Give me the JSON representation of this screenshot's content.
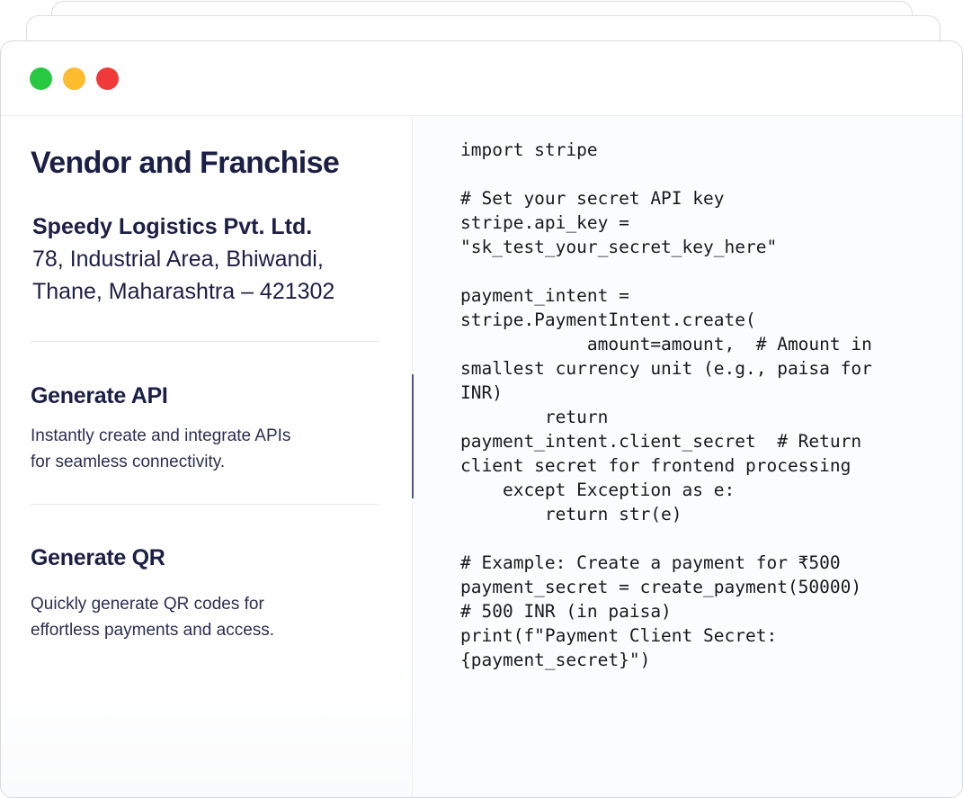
{
  "window": {
    "controls": [
      {
        "name": "green-dot",
        "color": "#28c840"
      },
      {
        "name": "yellow-dot",
        "color": "#febc2e"
      },
      {
        "name": "red-dot",
        "color": "#f03a3a"
      }
    ]
  },
  "left": {
    "title": "Vendor and Franchise",
    "company": {
      "name": "Speedy Logistics Pvt. Ltd.",
      "address_line1": "78, Industrial Area, Bhiwandi,",
      "address_line2": "Thane, Maharashtra – 421302"
    },
    "features": [
      {
        "title": "Generate API",
        "desc_line1": "Instantly create and integrate APIs",
        "desc_line2": "for seamless connectivity."
      },
      {
        "title": "Generate QR",
        "desc_line1": "Quickly generate QR codes for",
        "desc_line2": "effortless payments and access."
      }
    ]
  },
  "code": {
    "lines": [
      "import stripe",
      "",
      "# Set your secret API key",
      "stripe.api_key =",
      "\"sk_test_your_secret_key_here\"",
      "",
      "payment_intent =",
      "stripe.PaymentIntent.create(",
      "            amount=amount,  # Amount in",
      "smallest currency unit (e.g., paisa for",
      "INR)",
      "        return",
      "payment_intent.client_secret  # Return",
      "client secret for frontend processing",
      "    except Exception as e:",
      "        return str(e)",
      "",
      "# Example: Create a payment for ₹500",
      "payment_secret = create_payment(50000)",
      "# 500 INR (in paisa)",
      "print(f\"Payment Client Secret:",
      "{payment_secret}\")"
    ]
  }
}
